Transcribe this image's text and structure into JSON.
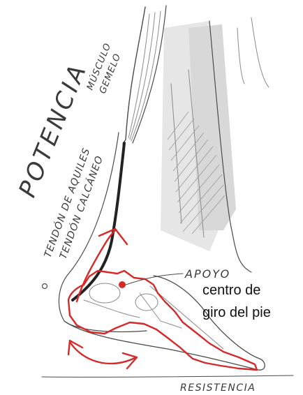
{
  "labels": {
    "potencia": "POTENCIA",
    "musculo_line1": "MÚSCULO",
    "musculo_line2": "GEMELO",
    "tendon_line1": "TENDÓN DE AQUILES",
    "tendon_line2": "TENDÓN CALCÁNEO",
    "apoyo": "APOYO",
    "resistencia": "RESISTENCIA"
  },
  "caption": {
    "line1": "centro de",
    "line2": "giro del pie"
  },
  "colors": {
    "annotation_red": "#d42a2a",
    "pencil": "#4a4a4a",
    "background": "#ffffff"
  }
}
